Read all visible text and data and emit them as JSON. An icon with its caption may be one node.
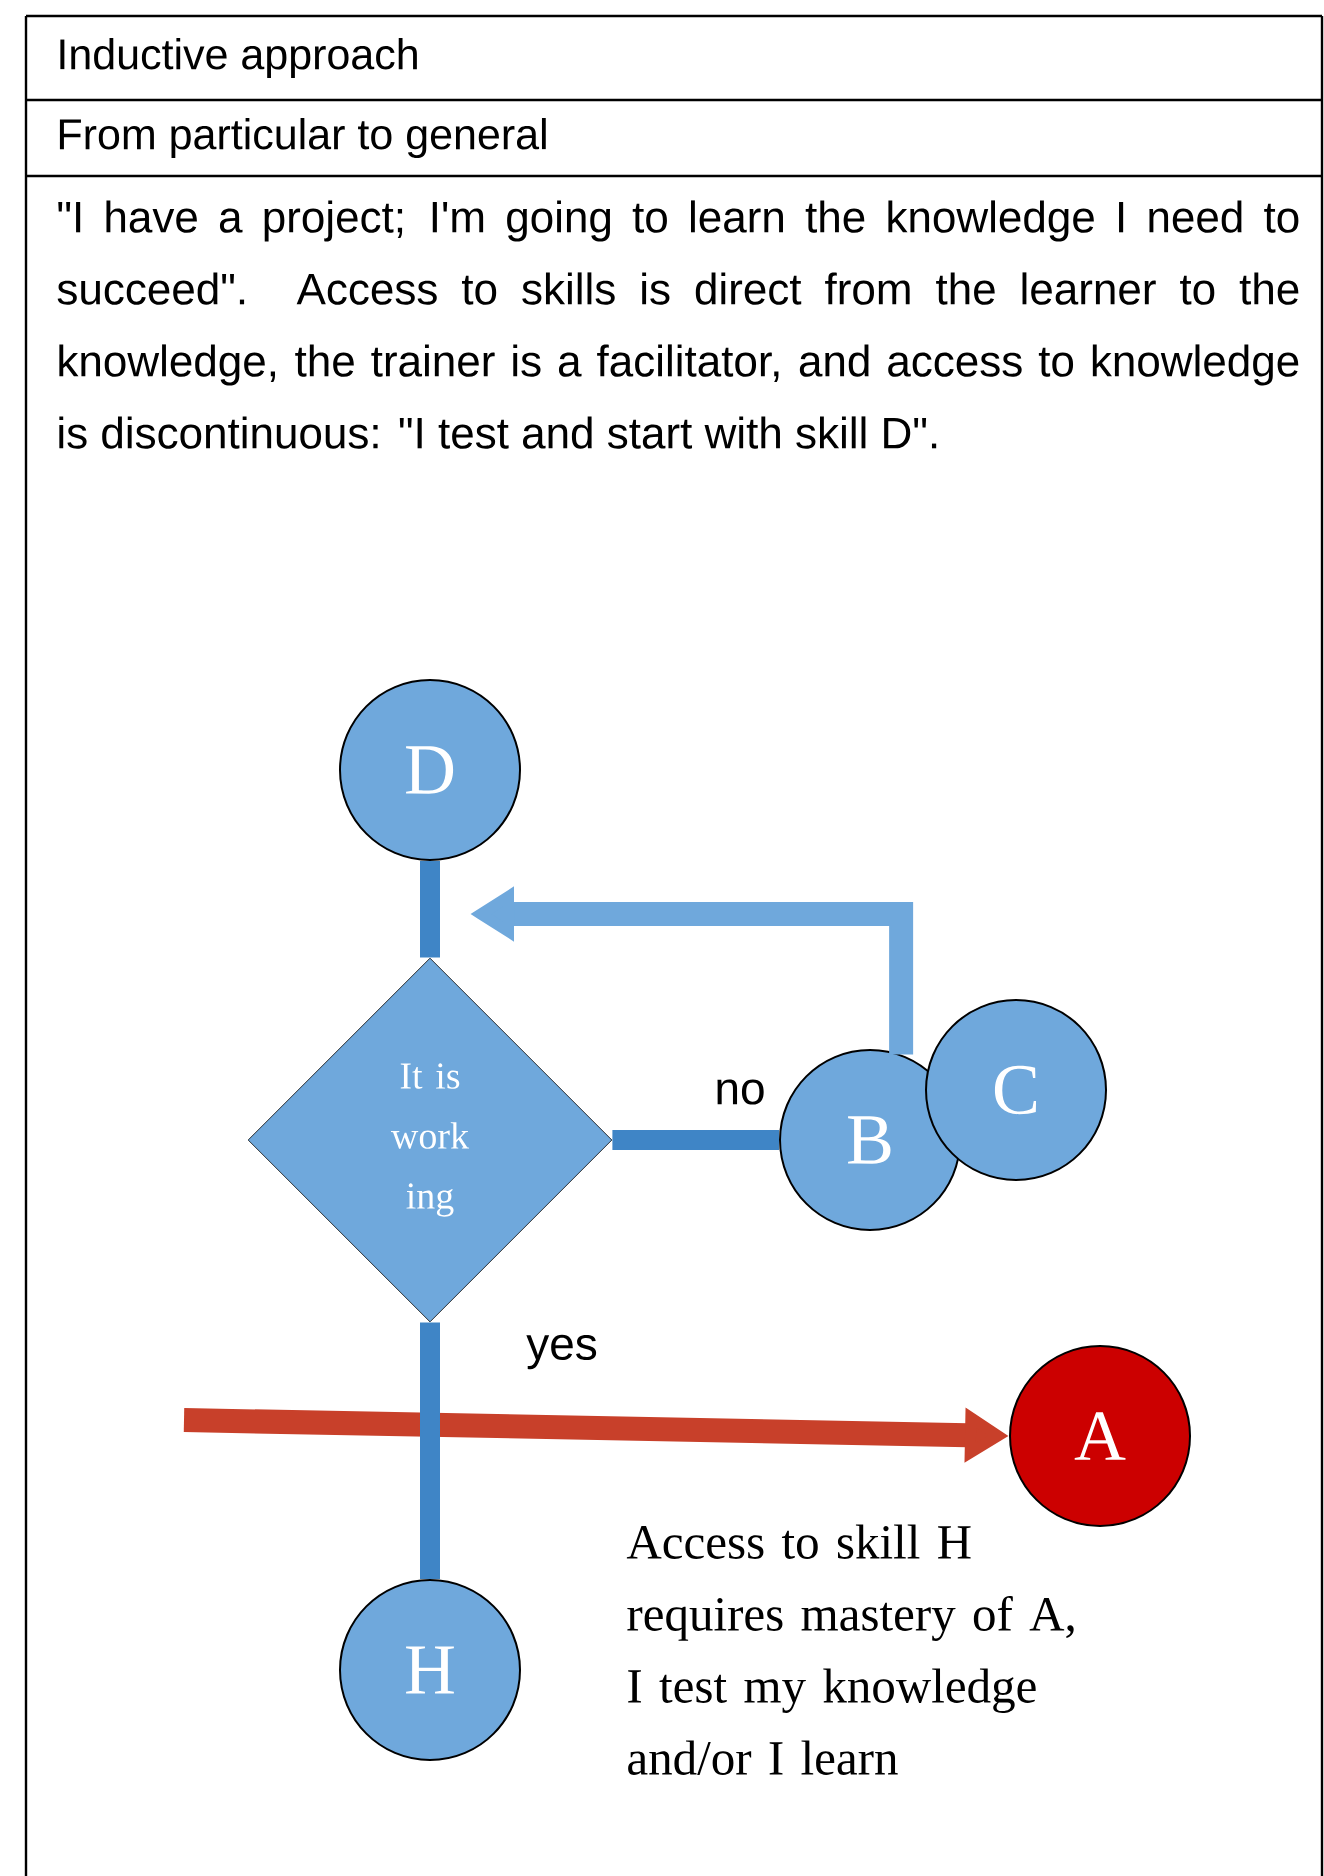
{
  "diagram": {
    "nodes": [
      {
        "text": [
          "D"
        ]
      },
      {
        "text": [
          "It is work ing"
        ]
      },
      {
        "text": [
          "B"
        ]
      },
      {
        "text": [
          "C"
        ]
      },
      {
        "text": [
          "A"
        ]
      },
      {
        "text": [
          "H"
        ]
      }
    ],
    "edges": [
      {
        "from": 0,
        "to": 1,
        "arrow": "none"
      },
      {
        "from": 1,
        "to": 2,
        "arrow": "none",
        "label": "no"
      },
      {
        "from": 2,
        "to": null,
        "arrow": "to",
        "color": "#6fa8dc"
      },
      {
        "from": null,
        "to": 4,
        "arrow": "to",
        "color": "#c8402a"
      },
      {
        "from": 1,
        "to": 5,
        "arrow": "none",
        "label": "yes"
      }
    ],
    "labels": [
      "Inductive approach",
      "From particular to general",
      "\"I have a project; I'm going to learn the knowledge I need to succeed\". Access to skills is direct from the learner to the knowledge, the trainer is a facilitator, and access to knowledge is discontinuous: \"I test and start with skill D\".",
      "Access to skill H requires mastery of A, I test my knowledge and/or I learn"
    ]
  }
}
